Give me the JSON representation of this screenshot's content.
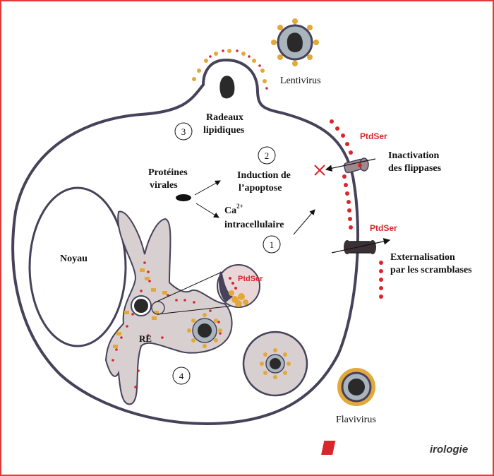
{
  "labels": {
    "lentivirus": "Lentivirus",
    "flavivirus": "Flavivirus",
    "radeaux_1": "Radeaux",
    "radeaux_2": "lipidiques",
    "proteines_1": "Protéines",
    "proteines_2": "virales",
    "induction_1": "Induction de",
    "induction_2": "l’apoptose",
    "ca_base": "Ca",
    "ca_sup": "2+",
    "ca_2": "intracellulaire",
    "noyau": "Noyau",
    "re": "RE",
    "ptdser": "PtdSer",
    "inactivation_1": "Inactivation",
    "inactivation_2": "des flippases",
    "externalisation_1": "Externalisation",
    "externalisation_2": "par les scramblases"
  },
  "steps": [
    "1",
    "2",
    "3",
    "4"
  ],
  "logo": {
    "initial": "V",
    "rest": "irologie"
  },
  "colors": {
    "membrane": "#45425a",
    "er_fill": "#d7cfd0",
    "ptdser": "#d8262b",
    "spike": "#e2a93a",
    "virus_core": "#2a2a2a",
    "virus_shell": "#aab4bd",
    "frame": "#e23a3a"
  },
  "icons": [
    "lentivirus-particle-icon",
    "flavivirus-particle-icon",
    "flippase-channel-icon",
    "scramblase-channel-icon",
    "inhibition-cross-icon"
  ]
}
